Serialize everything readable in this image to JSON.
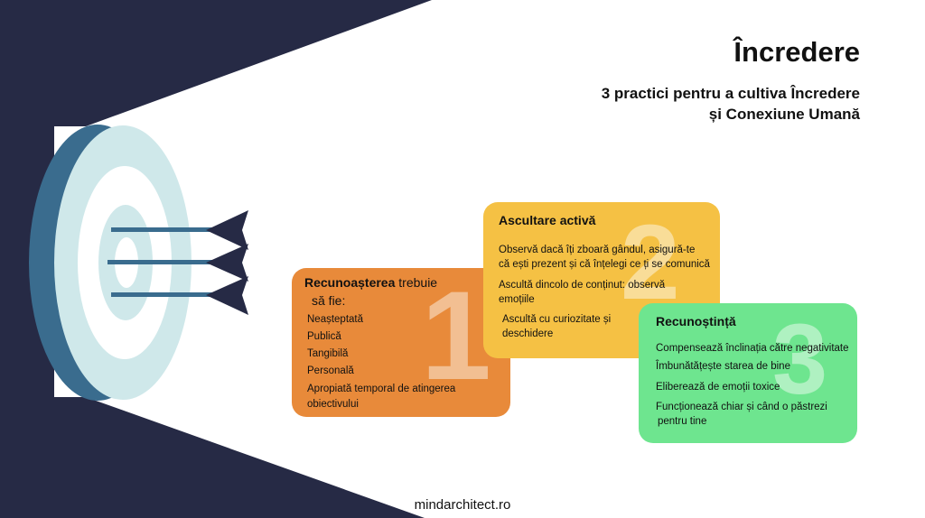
{
  "header": {
    "title": "Încredere",
    "subtitle": "3 practici pentru a cultiva Încredere și Conexiune Umană"
  },
  "cards": [
    {
      "number": "1",
      "title_bold": "Recunoașterea",
      "title_rest": " trebuie",
      "title_line2": "să fie:",
      "items": [
        "Neașteptată",
        "Publică",
        "Tangibilă",
        "Personală",
        "Apropiată temporal de atingerea",
        "obiectivului"
      ]
    },
    {
      "number": "2",
      "title": "Ascultare activă",
      "items": [
        "Observă dacă îți zboară gândul, asigură-te",
        "că ești prezent și că înțelegi ce ți se comunică",
        "Ascultă dincolo de conținut: observă",
        "emoțiile",
        "Ascultă cu curiozitate și",
        "deschidere"
      ]
    },
    {
      "number": "3",
      "title": "Recunoștință",
      "items": [
        "Compensează înclinația către negativitate",
        "Îmbunătățește starea de bine",
        "Eliberează de emoții toxice",
        "Funcționează chiar și când o păstrezi",
        "pentru tine"
      ]
    }
  ],
  "footer": {
    "website": "mindarchitect.ro"
  },
  "colors": {
    "navy": "#262a45",
    "card1": "#e88a3a",
    "card2": "#f5c144",
    "card3": "#6ee58f",
    "target_light": "#cfe8ea",
    "target_dark": "#3a6c8e"
  }
}
